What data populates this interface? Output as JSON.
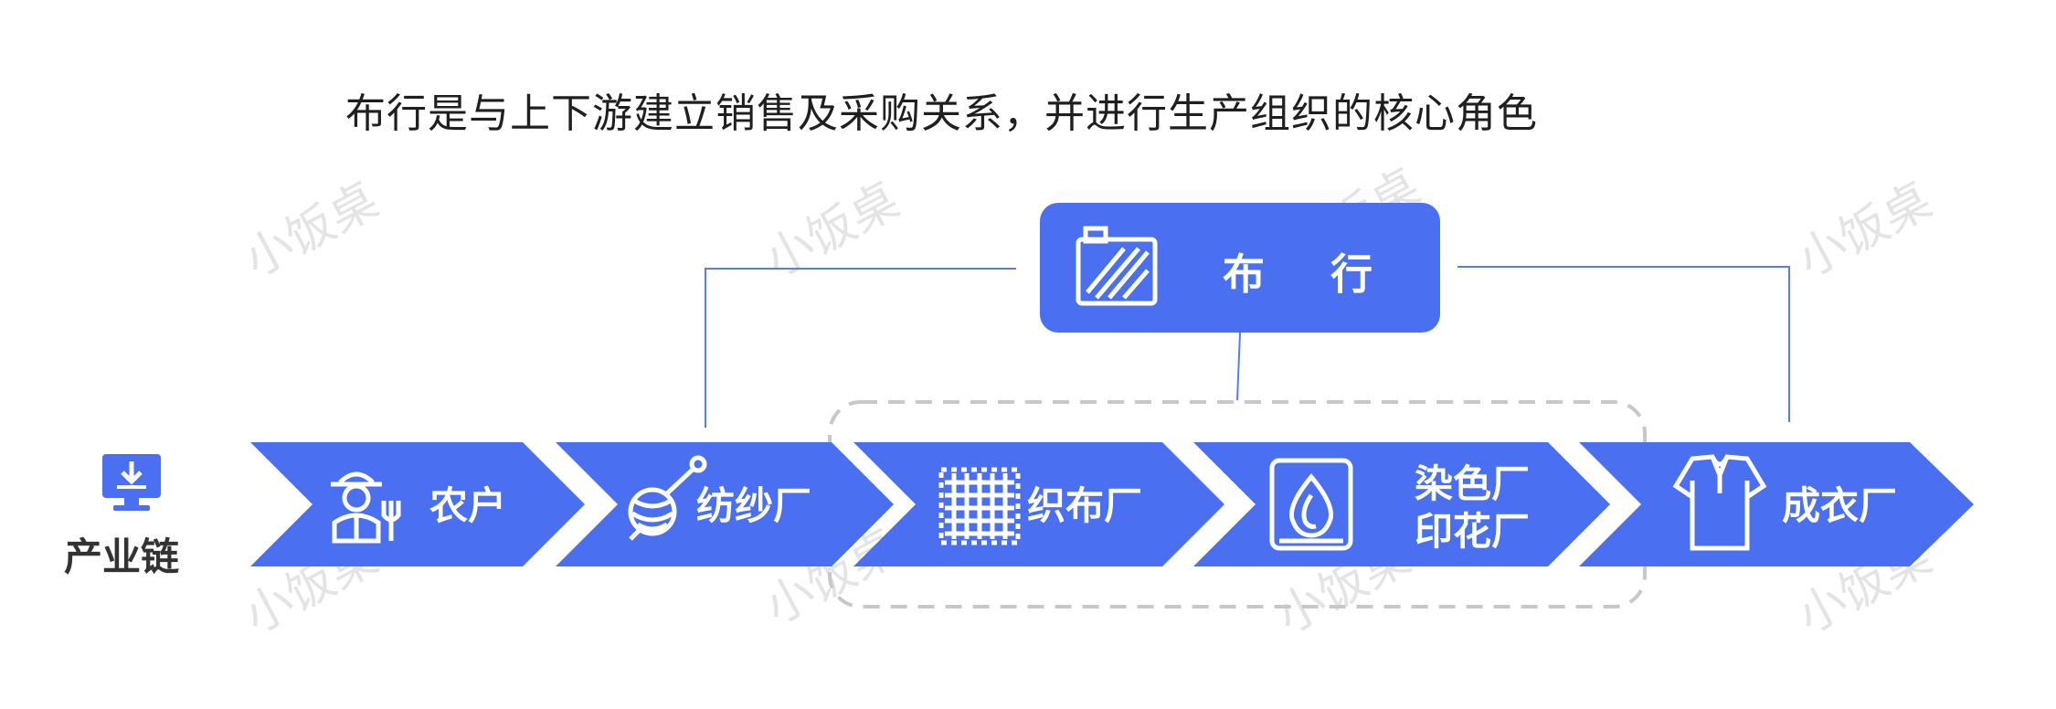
{
  "headline": "布行是与上下游建立销售及采购关系，并进行生产组织的核心角色",
  "hub": {
    "label": "布 行",
    "icon": "fabric-stack-icon"
  },
  "chain": {
    "label": "产业链",
    "icon": "monitor-download-icon",
    "stages": [
      {
        "name": "farmer",
        "lines": [
          "农户"
        ],
        "icon": "farmer-icon"
      },
      {
        "name": "spinning-mill",
        "lines": [
          "纺纱厂"
        ],
        "icon": "yarn-spindle-icon"
      },
      {
        "name": "weaving-mill",
        "lines": [
          "织布厂"
        ],
        "icon": "woven-fabric-icon"
      },
      {
        "name": "dyeing-printing-mill",
        "lines": [
          "染色厂",
          "印花厂"
        ],
        "icon": "dye-drop-icon"
      },
      {
        "name": "garment-factory",
        "lines": [
          "成衣厂"
        ],
        "icon": "shirt-icon"
      }
    ]
  },
  "watermark": "小饭桌",
  "colors": {
    "primary": "#4a6ff0",
    "connector": "#5b7bea",
    "dashed": "#c8c8c8",
    "icon": "#4a6ff0"
  }
}
